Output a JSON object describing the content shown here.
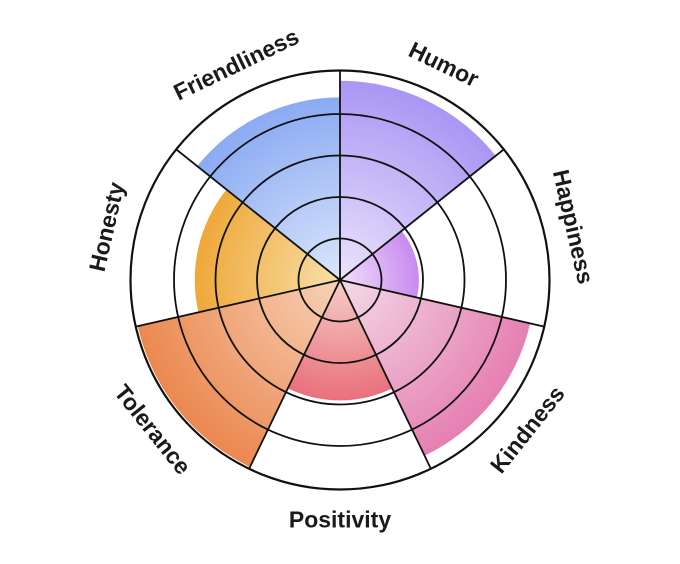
{
  "chart_data": {
    "type": "polar-area",
    "max": 5,
    "categories": [
      {
        "label": "Humor",
        "value": 4.8,
        "color_inner": "#ebe4fb",
        "color_outer": "#a996f4"
      },
      {
        "label": "Happiness",
        "value": 1.9,
        "color_inner": "#f1dffa",
        "color_outer": "#c98af0"
      },
      {
        "label": "Kindness",
        "value": 4.7,
        "color_inner": "#f3dbe6",
        "color_outer": "#e57fb2"
      },
      {
        "label": "Positivity",
        "value": 2.9,
        "color_inner": "#f5cdc8",
        "color_outer": "#e9707c"
      },
      {
        "label": "Tolerance",
        "value": 5.0,
        "color_inner": "#f7d2b8",
        "color_outer": "#eb8850"
      },
      {
        "label": "Honesty",
        "value": 3.5,
        "color_inner": "#f7e0a8",
        "color_outer": "#efa83a"
      },
      {
        "label": "Friendliness",
        "value": 4.4,
        "color_inner": "#dce6fb",
        "color_outer": "#8aaaf3"
      }
    ],
    "ring_count": 5,
    "grid": true,
    "legend": "none"
  }
}
